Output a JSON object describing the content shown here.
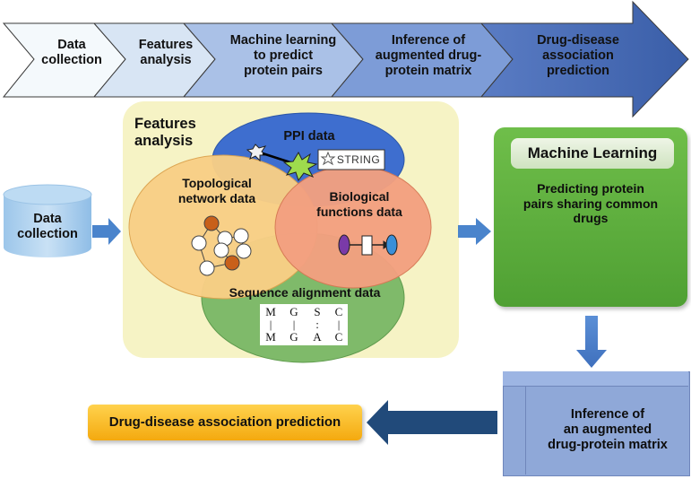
{
  "pipeline_steps": [
    {
      "label": "Data\ncollection"
    },
    {
      "label": "Features\nanalysis"
    },
    {
      "label": "Machine learning\nto predict\nprotein pairs"
    },
    {
      "label": "Inference of\naugmented drug-\nprotein matrix"
    },
    {
      "label": "Drug-disease\nassociation\nprediction"
    }
  ],
  "data_collection": {
    "label": "Data\ncollection"
  },
  "features_panel": {
    "title": "Features\nanalysis",
    "ppi": {
      "label": "PPI data",
      "logo_text": "STRING"
    },
    "topological": {
      "label": "Topological\nnetwork data"
    },
    "biological": {
      "label": "Biological\nfunctions data"
    },
    "sequence": {
      "label": "Sequence alignment data",
      "top_row": [
        "M",
        "G",
        "S",
        "C"
      ],
      "match_row": [
        "|",
        "|",
        ":",
        "|"
      ],
      "bottom_row": [
        "M",
        "G",
        "A",
        "C"
      ]
    }
  },
  "machine_learning": {
    "title": "Machine Learning",
    "description": "Predicting protein\npairs sharing common\ndrugs"
  },
  "matrix": {
    "label": "Inference of\nan augmented\ndrug-protein matrix"
  },
  "prediction": {
    "label": "Drug-disease association prediction"
  },
  "colors": {
    "step1": "#f2f8fc",
    "step2": "#d6e4f4",
    "step3": "#a9c0e6",
    "step4": "#7b9ad6",
    "step5": "#4c6fb8",
    "panel": "#f6f3c6",
    "ppi": "#3f6fcf",
    "topological": "#f9cf86",
    "biological": "#f3a184",
    "sequence": "#7fba6a",
    "machine_learning": "#5cab3c",
    "prediction": "#f5b521",
    "flow_arrow": "#4a7fc8",
    "dark_arrow": "#214a7a"
  }
}
